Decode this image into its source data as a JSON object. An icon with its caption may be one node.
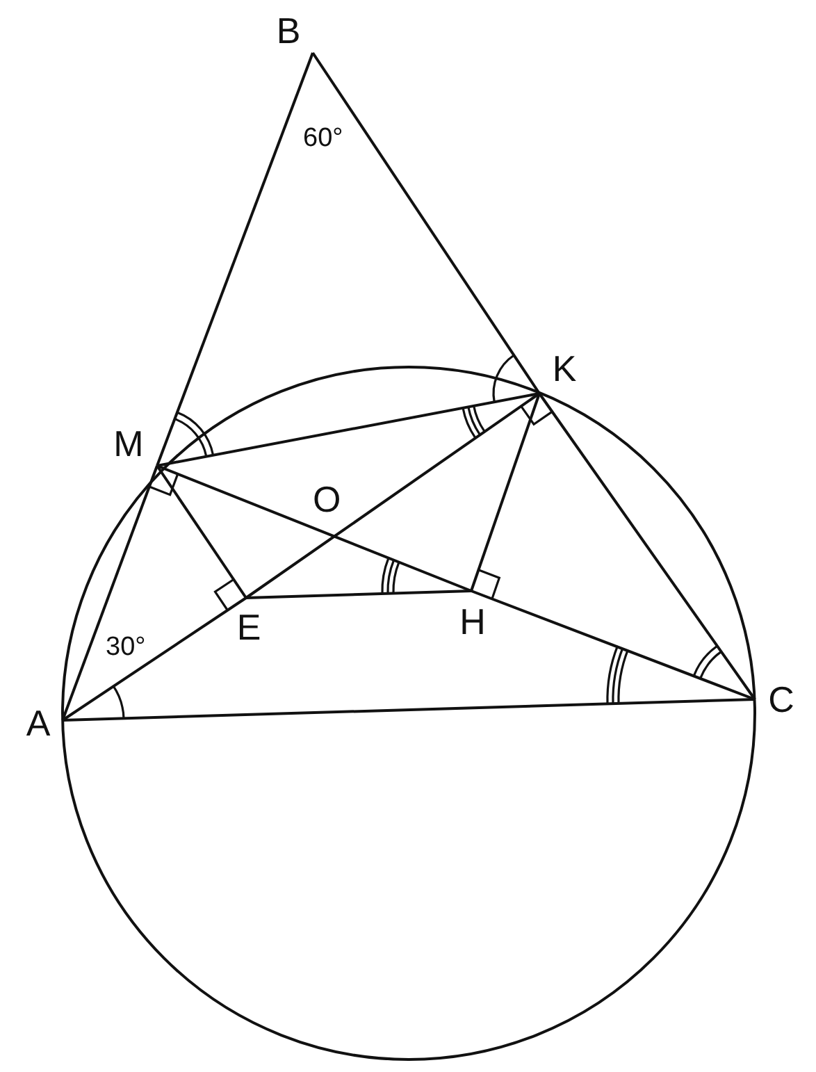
{
  "diagram": {
    "nodes": [
      {
        "text": [
          "B"
        ]
      },
      {
        "text": [
          "K"
        ]
      },
      {
        "text": [
          "M"
        ]
      },
      {
        "text": [
          "E"
        ]
      },
      {
        "text": [
          "H"
        ]
      },
      {
        "text": [
          "C"
        ]
      },
      {
        "text": [
          "A"
        ]
      }
    ],
    "edges": [
      {
        "from": 6,
        "to": 2,
        "arrow": "none"
      },
      {
        "from": 2,
        "to": 0,
        "arrow": "none"
      },
      {
        "from": 0,
        "to": 1,
        "arrow": "none"
      },
      {
        "from": 1,
        "to": 5,
        "arrow": "none"
      },
      {
        "from": 6,
        "to": 5,
        "arrow": "none"
      },
      {
        "from": 6,
        "to": 3,
        "arrow": "none"
      },
      {
        "from": 3,
        "to": 1,
        "arrow": "none"
      },
      {
        "from": 2,
        "to": 4,
        "arrow": "none"
      },
      {
        "from": 4,
        "to": 5,
        "arrow": "none"
      },
      {
        "from": 2,
        "to": 1,
        "arrow": "none"
      },
      {
        "from": 2,
        "to": 3,
        "arrow": "none"
      },
      {
        "from": 1,
        "to": 4,
        "arrow": "none"
      },
      {
        "from": 3,
        "to": 4,
        "arrow": "none"
      }
    ],
    "labels": [
      "60°",
      "30°",
      "O"
    ]
  }
}
